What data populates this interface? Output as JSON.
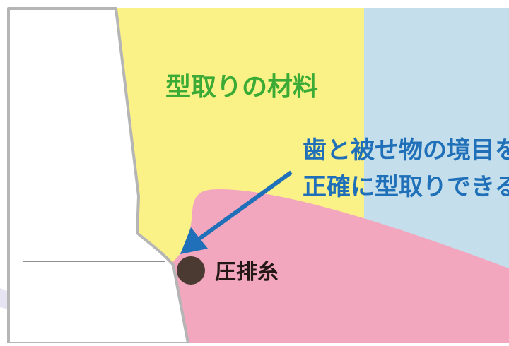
{
  "labels": {
    "impression_material": "型取りの材料",
    "callout_line1": "歯と被せ物の境目を",
    "callout_line2": "正確に型取りできる",
    "retraction_cord": "圧排糸"
  },
  "colors": {
    "impression_yellow": "#fbf287",
    "light_blue": "#c4deeb",
    "gum_pink": "#f3a7bf",
    "tooth_outline": "#b5b5b5",
    "green_text": "#3bab36",
    "blue_text": "#1f70b8",
    "arrow_blue": "#1f70b8",
    "cord_brown": "#4a3a32",
    "dark_text": "#231815"
  },
  "icons": {
    "arrow": "arrow-icon",
    "cord": "retraction-cord-icon"
  }
}
